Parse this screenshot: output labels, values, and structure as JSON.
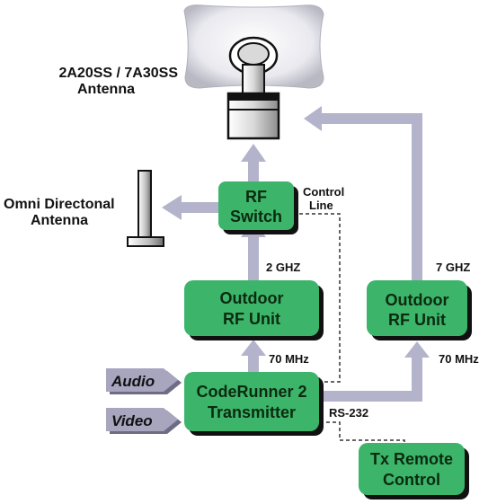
{
  "antenna_main": {
    "line1": "2A20SS / 7A30SS",
    "line2": "Antenna"
  },
  "antenna_omni": {
    "line1": "Omni Directonal",
    "line2": "Antenna"
  },
  "boxes": {
    "rf_switch": {
      "line1": "RF",
      "line2": "Switch"
    },
    "outdoor_rf_left": {
      "line1": "Outdoor",
      "line2": "RF Unit"
    },
    "outdoor_rf_right": {
      "line1": "Outdoor",
      "line2": "RF Unit"
    },
    "transmitter": {
      "line1": "CodeRunner 2",
      "line2": "Transmitter"
    },
    "tx_remote": {
      "line1": "Tx Remote",
      "line2": "Control"
    }
  },
  "inputs": {
    "audio": "Audio",
    "video": "Video"
  },
  "links": {
    "control_line_1": "Control",
    "control_line_2": "Line",
    "freq_2ghz": "2 GHZ",
    "freq_7ghz": "7 GHZ",
    "freq_70mhz_left": "70 MHz",
    "freq_70mhz_right": "70 MHz",
    "rs232": "RS-232"
  },
  "colors": {
    "box_fill": "#3cb56a",
    "box_shadow": "#111111",
    "arrow": "#b3b3cc",
    "tab_fill": "#a8a5bf",
    "dashed": "#333333"
  }
}
